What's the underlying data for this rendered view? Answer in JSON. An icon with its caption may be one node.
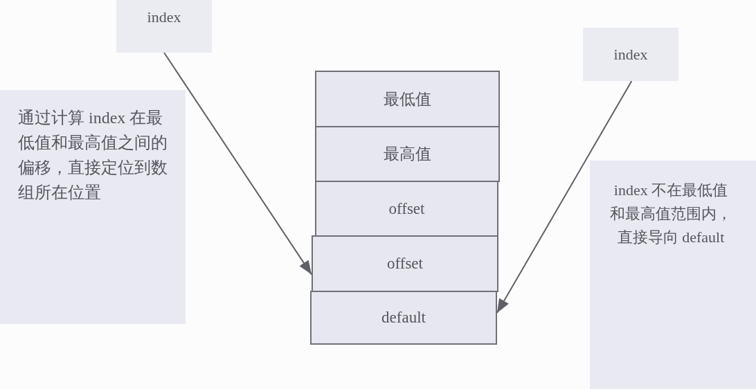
{
  "diagram": {
    "nodes": [
      {
        "text": [
          "index"
        ]
      },
      {
        "text": [
          "通过计算 index 在最低值和最高值之间的偏移，直接定位到数组所在位置"
        ]
      },
      {
        "text": [
          "最低值"
        ]
      },
      {
        "text": [
          "最高值"
        ]
      },
      {
        "text": [
          "offset"
        ]
      },
      {
        "text": [
          "offset"
        ]
      },
      {
        "text": [
          "default"
        ]
      },
      {
        "text": [
          "index"
        ]
      },
      {
        "text": [
          "index 不在最低值和最高值范围内，直接导向 default"
        ]
      }
    ],
    "edges": [
      {
        "from": 0,
        "to": 5,
        "arrow": "to"
      },
      {
        "from": 7,
        "to": 6,
        "arrow": "to"
      }
    ]
  }
}
